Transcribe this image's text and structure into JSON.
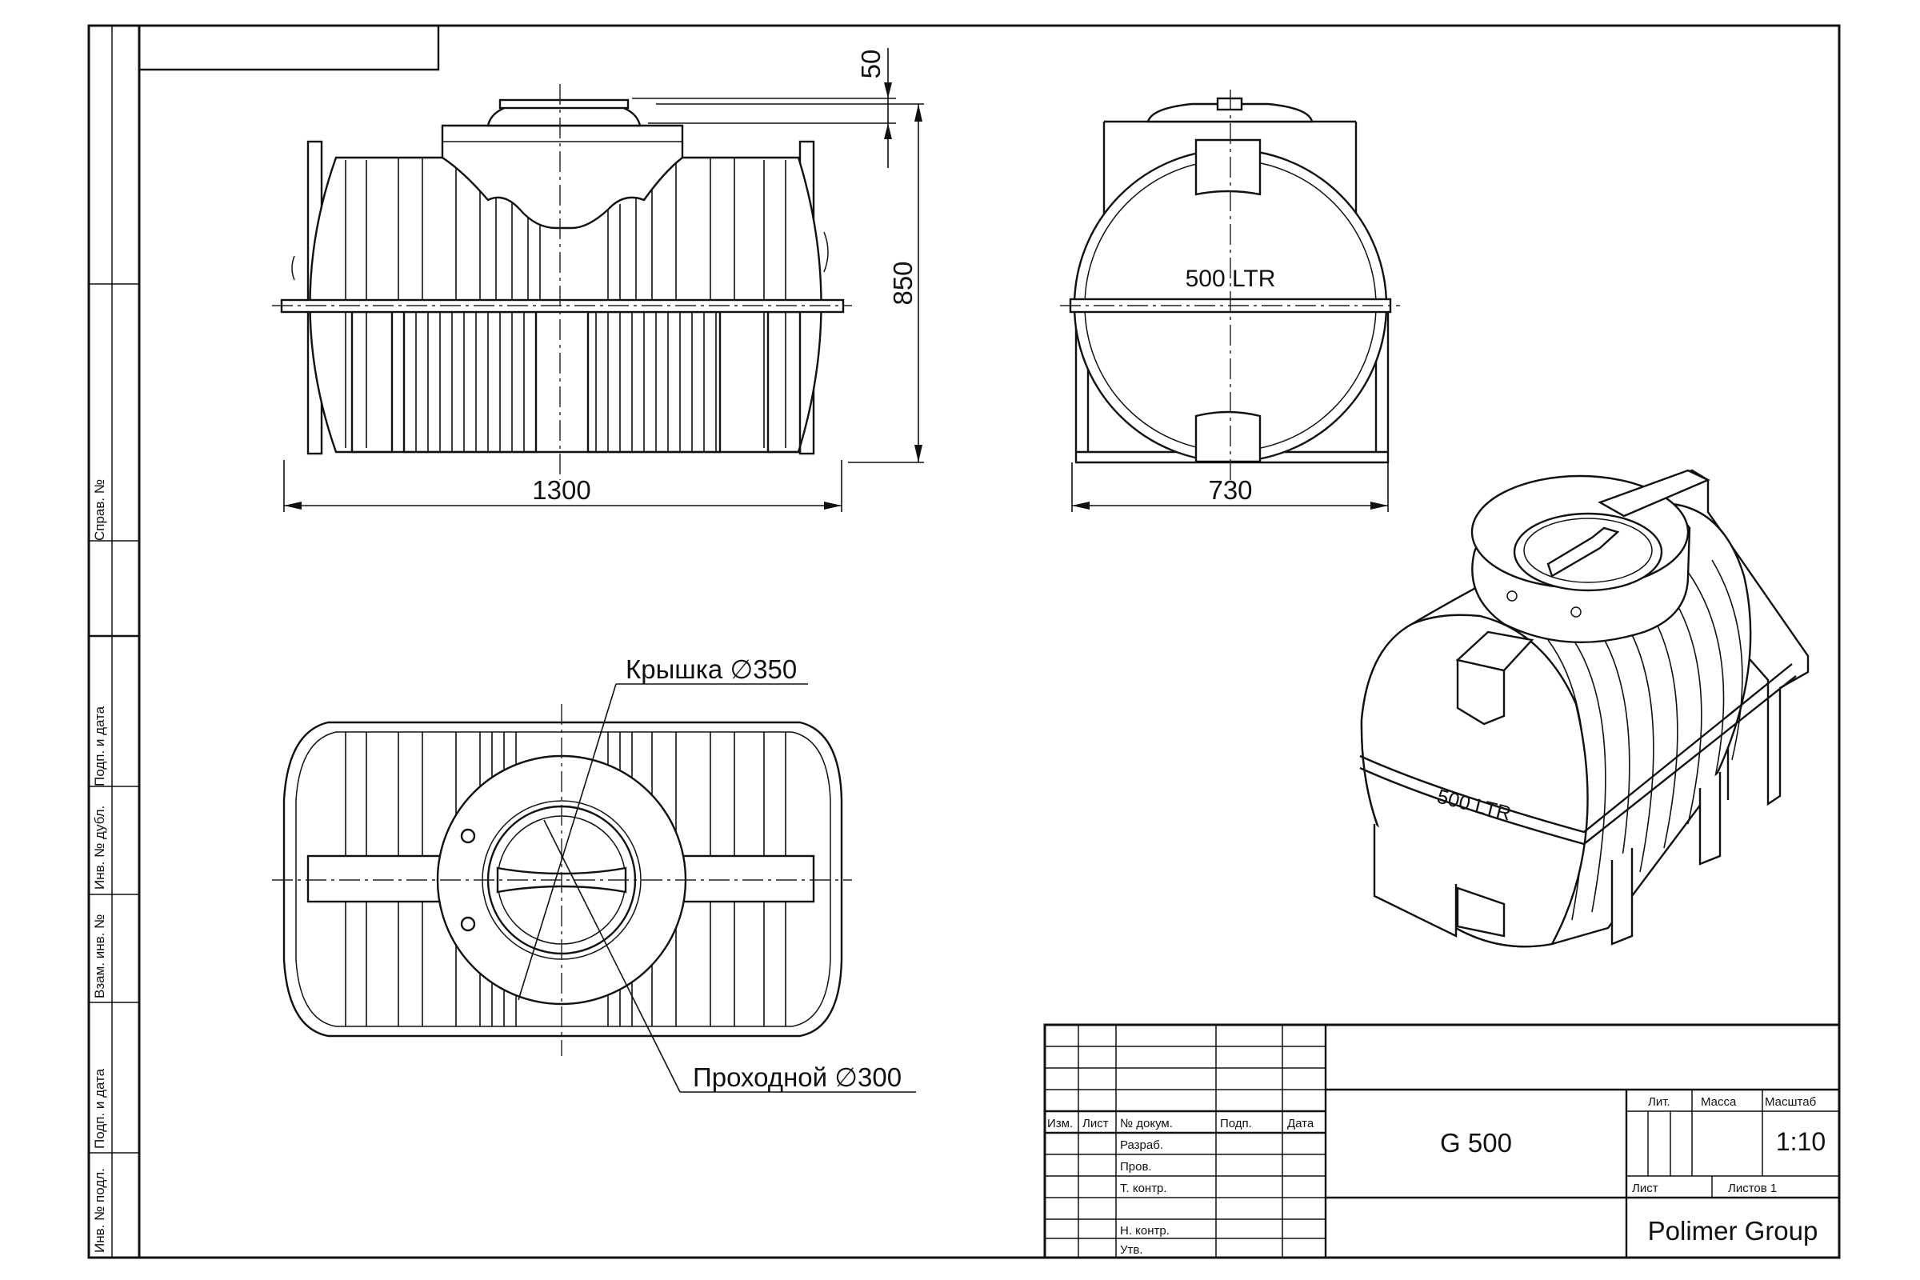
{
  "dimensions": {
    "length": "1300",
    "height": "850",
    "lid_height": "50",
    "width": "730"
  },
  "labels": {
    "volume_front": "500 LTR",
    "volume_iso": "500 LTR",
    "lid": "Крышка ∅350",
    "manhole": "Проходной ∅300"
  },
  "side_stamp": {
    "sprav": "Справ. №",
    "podp_data_1": "Подп. и дата",
    "inv_dubl": "Инв. № дубл.",
    "vzam_inv": "Взам. инв. №",
    "podp_data_2": "Подп. и дата",
    "inv_podl": "Инв. № подл."
  },
  "title_block": {
    "col_izm": "Изм.",
    "col_list": "Лист",
    "col_doc": "№ докум.",
    "col_podp": "Подп.",
    "col_data": "Дата",
    "row_razrab": "Разраб.",
    "row_prov": "Пров.",
    "row_tkontr": "Т. контр.",
    "row_nkontr": "Н. контр.",
    "row_utv": "Утв.",
    "designation": "G 500",
    "lit_label": "Лит.",
    "mass_label": "Масса",
    "scale_label": "Масштаб",
    "scale_value": "1:10",
    "sheet_label": "Лист",
    "sheets_label": "Листов 1",
    "company": "Polimer Group"
  }
}
